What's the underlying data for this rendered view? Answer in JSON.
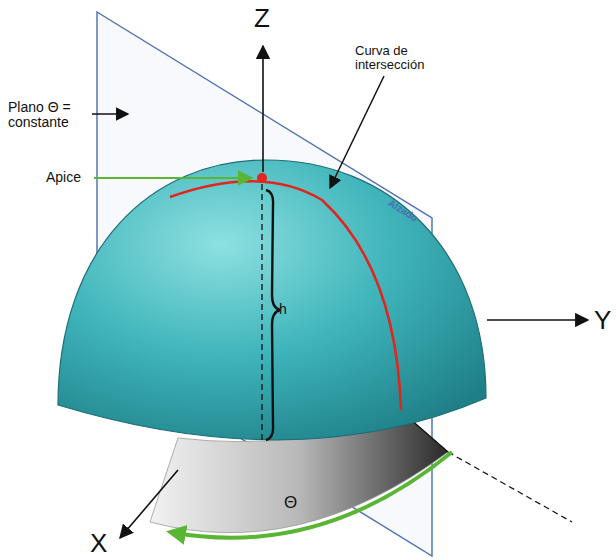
{
  "diagram": {
    "labels": [
      "Z",
      "Plano Θ = constante",
      "Apice",
      "Curva de intersección",
      "h",
      "Y",
      "Θ",
      "X",
      "Alzado"
    ]
  }
}
